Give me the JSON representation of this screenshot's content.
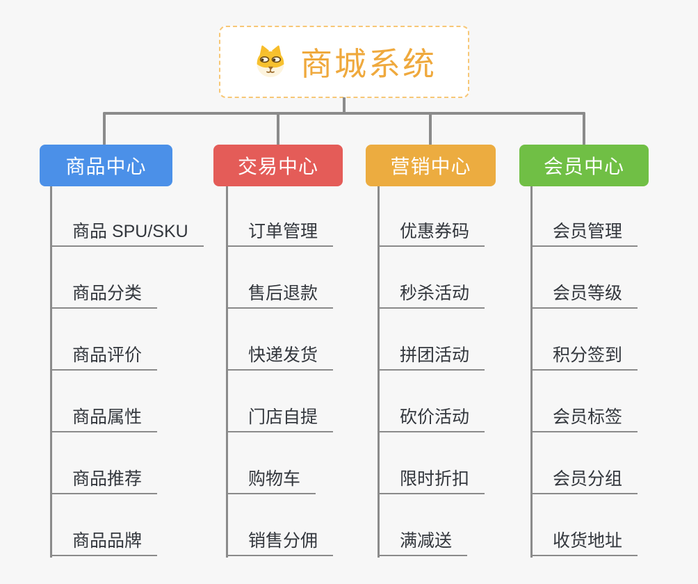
{
  "root": {
    "title": "商城系统",
    "icon": "dog-face-icon",
    "title_color": "#efa93d",
    "border_color": "#f7c776"
  },
  "connector_color": "#8b8b8b",
  "branches": [
    {
      "label": "商品中心",
      "color": "#4b90e8",
      "children": [
        "商品 SPU/SKU",
        "商品分类",
        "商品评价",
        "商品属性",
        "商品推荐",
        "商品品牌"
      ]
    },
    {
      "label": "交易中心",
      "color": "#e45c58",
      "children": [
        "订单管理",
        "售后退款",
        "快递发货",
        "门店自提",
        "购物车",
        "销售分佣"
      ]
    },
    {
      "label": "营销中心",
      "color": "#ecac40",
      "children": [
        "优惠券码",
        "秒杀活动",
        "拼团活动",
        "砍价活动",
        "限时折扣",
        "满减送"
      ]
    },
    {
      "label": "会员中心",
      "color": "#70bf45",
      "children": [
        "会员管理",
        "会员等级",
        "积分签到",
        "会员标签",
        "会员分组",
        "收货地址"
      ]
    }
  ]
}
